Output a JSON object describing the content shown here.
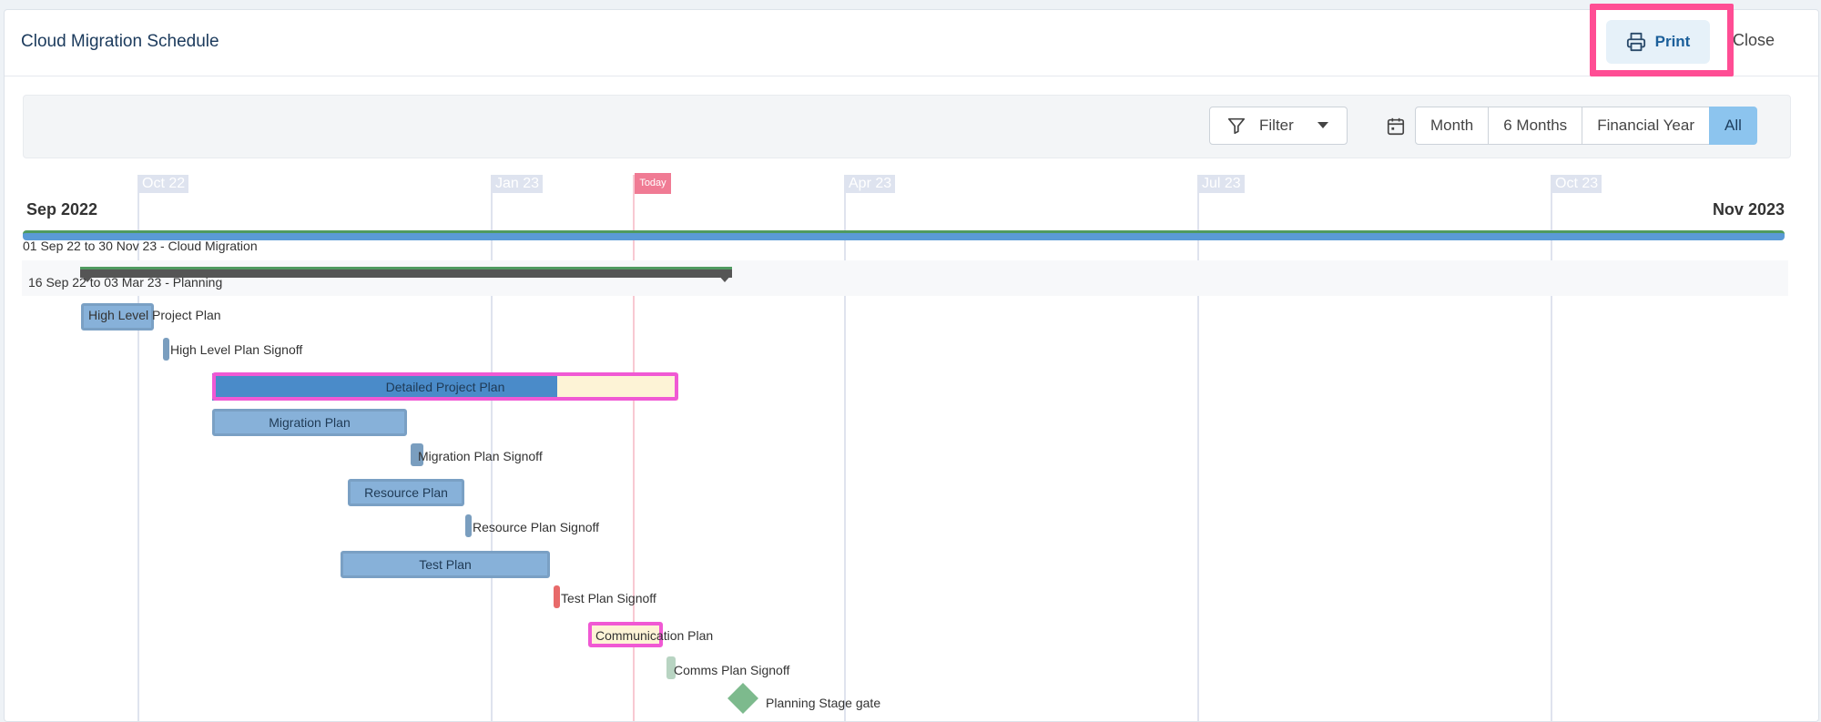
{
  "header": {
    "title": "Cloud Migration Schedule",
    "print_label": "Print",
    "close_label": "Close"
  },
  "toolbar": {
    "filter_label": "Filter",
    "ranges": [
      "Month",
      "6 Months",
      "Financial Year",
      "All"
    ],
    "active_range": "All"
  },
  "timeline": {
    "start_label": "Sep 2022",
    "end_label": "Nov 2023",
    "ticks": [
      "Oct 22",
      "Jan 23",
      "Apr 23",
      "Jul 23",
      "Oct 23"
    ],
    "today_label": "Today"
  },
  "project": {
    "label": "01 Sep 22 to 30 Nov 23 - Cloud Migration",
    "planning_label": "16 Sep 22 to 03 Mar 23 - Planning"
  },
  "tasks": [
    {
      "name": "High Level Project Plan",
      "type": "task"
    },
    {
      "name": "High Level Plan Signoff",
      "type": "milestone"
    },
    {
      "name": "Detailed Project Plan",
      "type": "task",
      "progress": 0.74,
      "selected": true
    },
    {
      "name": "Migration Plan",
      "type": "task"
    },
    {
      "name": "Migration Plan Signoff",
      "type": "milestone"
    },
    {
      "name": "Resource Plan",
      "type": "task"
    },
    {
      "name": "Resource Plan Signoff",
      "type": "milestone"
    },
    {
      "name": "Test Plan",
      "type": "task"
    },
    {
      "name": "Test Plan Signoff",
      "type": "milestone",
      "color": "#e86a6a"
    },
    {
      "name": "Communication Plan",
      "type": "task",
      "selected": true
    },
    {
      "name": "Comms Plan Signoff",
      "type": "milestone",
      "color": "#b8d4c2"
    },
    {
      "name": "Planning Stage gate",
      "type": "stage-gate",
      "color": "#7dba8d"
    }
  ],
  "colors": {
    "accent": "#ff4d94",
    "selection": "#f059d4",
    "task": "#87b1d9",
    "today": "#f07b94"
  }
}
